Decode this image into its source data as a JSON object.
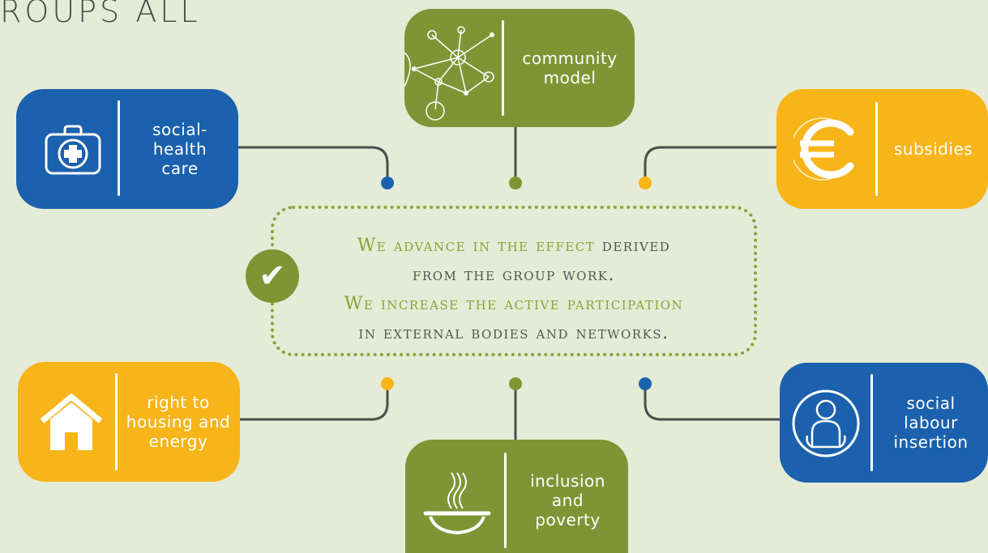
{
  "heading": "ROUPS ALL",
  "colors": {
    "blue": "#1b61ad",
    "green": "#7f9535",
    "yellow": "#f7b519",
    "connector": "#4d4d4d",
    "background": "#e4ebd6"
  },
  "center": {
    "line1_highlight": "We advance in the effect",
    "line1_rest": " derived",
    "line2": "from the group work.",
    "line3": "We increase the active participation",
    "line4": "in external bodies and networks."
  },
  "nodes": {
    "social_health": {
      "label": "social-\nhealth\ncare",
      "icon": "first-aid-kit-icon"
    },
    "community_model": {
      "label": "community\nmodel",
      "icon": "network-people-icon"
    },
    "subsidies": {
      "label": "subsidies",
      "icon": "euro-icon"
    },
    "housing": {
      "label": "right to\nhousing and\nenergy",
      "icon": "house-icon"
    },
    "inclusion": {
      "label": "inclusion\nand\npoverty",
      "icon": "soup-bowl-icon"
    },
    "labour": {
      "label": "social\nlabour\ninsertion",
      "icon": "person-icon"
    }
  }
}
